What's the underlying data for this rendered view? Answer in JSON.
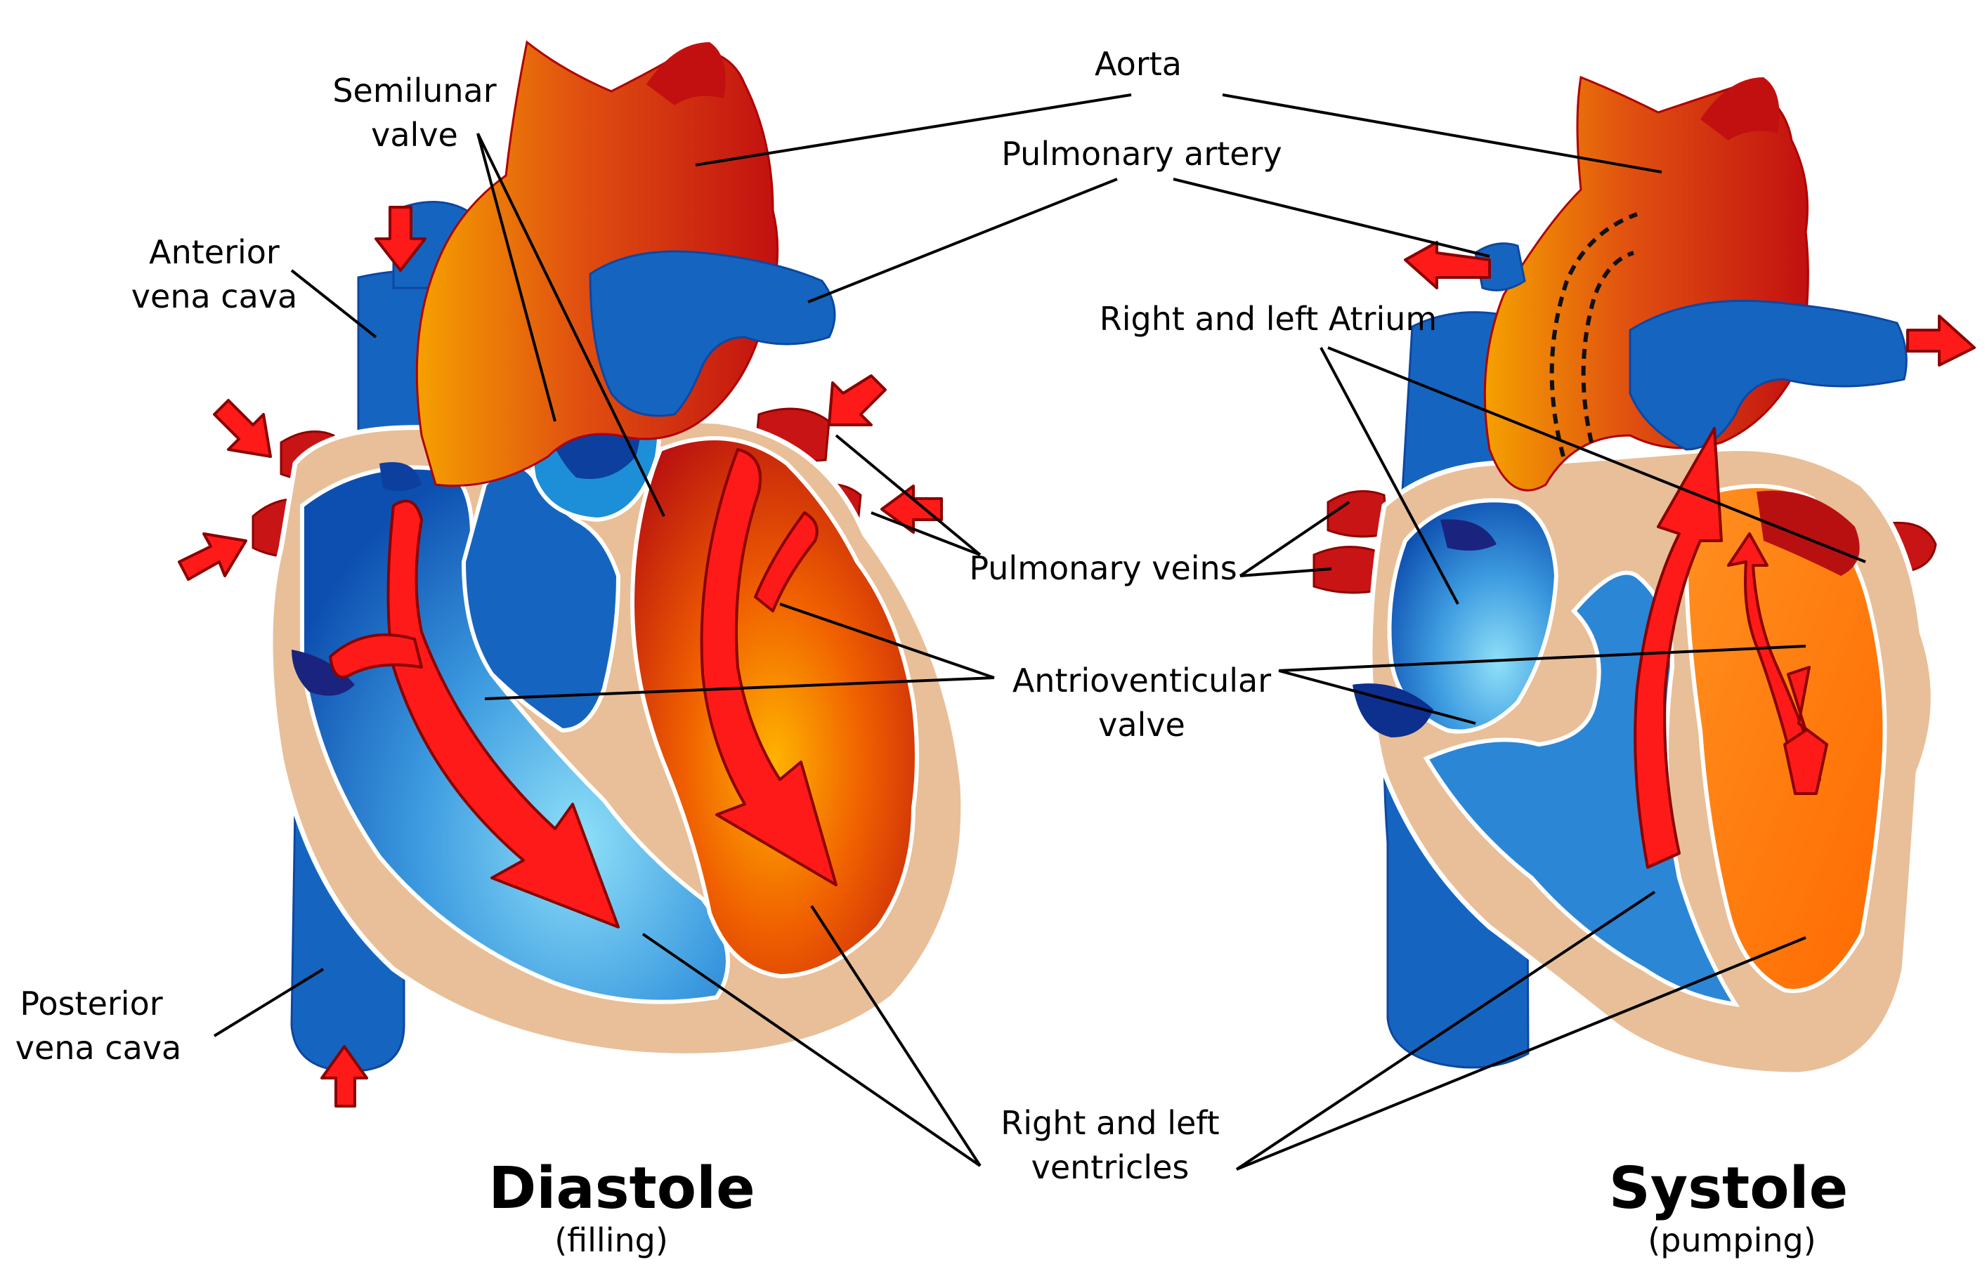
{
  "labels": {
    "aorta": "Aorta",
    "pulmonary_artery": "Pulmonary artery",
    "semilunar_1": "Semilunar",
    "semilunar_2": "valve",
    "anterior_1": "Anterior",
    "anterior_2": "vena cava",
    "atrium": "Right and left Atrium",
    "pulmonary_veins": "Pulmonary veins",
    "av_1": "Antrioventicular",
    "av_2": "valve",
    "posterior_1": "Posterior",
    "posterior_2": "vena cava",
    "ventricles_1": "Right and left",
    "ventricles_2": "ventricles"
  },
  "diastole": {
    "title": "Diastole",
    "subtitle": "(filling)"
  },
  "systole": {
    "title": "Systole",
    "subtitle": "(pumping)"
  },
  "colors": {
    "deoxygenated": "#1565c0",
    "oxygenated": "#c81414",
    "wall": "#e8bf98",
    "flow_arrow": "#ff1a1a"
  }
}
